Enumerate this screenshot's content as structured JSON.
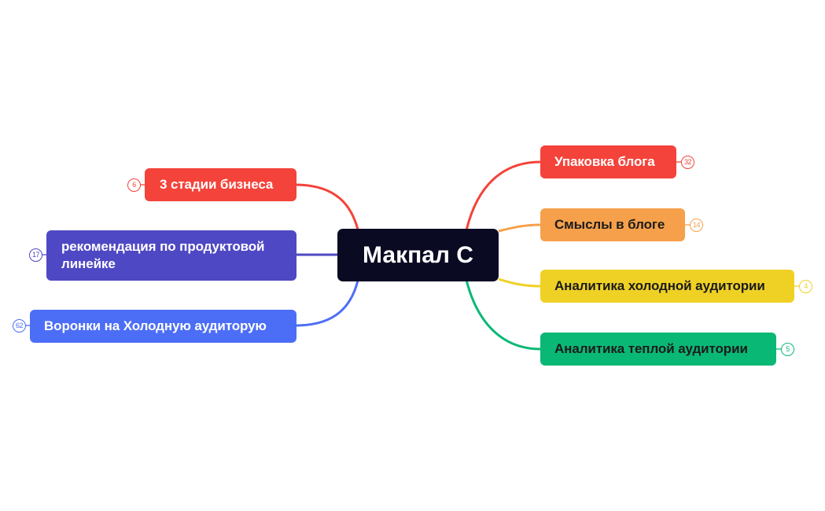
{
  "central": {
    "label": "Макпал С",
    "color": "#0b0a23"
  },
  "branches": {
    "upakovka": {
      "label": "Упаковка блога",
      "count": "32",
      "color": "#f4433a"
    },
    "smysly": {
      "label": "Смыслы в блоге",
      "count": "14",
      "color": "#f6a04b"
    },
    "kholodnaya": {
      "label": "Аналитика холодной аудитории",
      "count": "4",
      "color": "#efd125"
    },
    "teplaya": {
      "label": "Аналитика теплой аудитории",
      "count": "5",
      "color": "#0ab876"
    },
    "stadii": {
      "label": "3 стадии бизнеса",
      "count": "6",
      "color": "#f4433a"
    },
    "rekomendatsiya": {
      "label": "рекомендация по продуктовой линейке",
      "count": "17",
      "color": "#4f48c4"
    },
    "voronki": {
      "label": "Воронки на Холодную аудиторую",
      "count": "62",
      "color": "#4c6ef6"
    }
  }
}
